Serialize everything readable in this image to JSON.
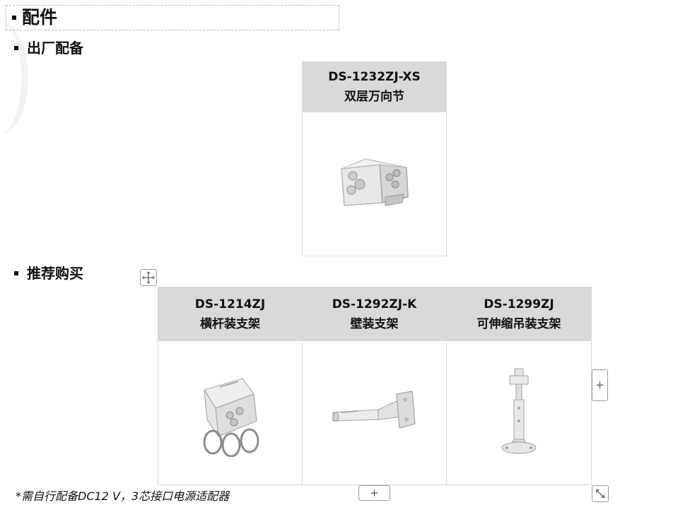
{
  "page": {
    "title": "配件"
  },
  "sections": {
    "factory": {
      "heading": "出厂配备",
      "products": [
        {
          "model": "DS-1232ZJ-XS",
          "name": "双层万向节",
          "image_icon": "universal-joint-bracket-icon"
        }
      ]
    },
    "recommended": {
      "heading": "推荐购买",
      "products": [
        {
          "model": "DS-1214ZJ",
          "name": "横杆装支架",
          "image_icon": "pole-mount-bracket-icon"
        },
        {
          "model": "DS-1292ZJ-K",
          "name": "壁装支架",
          "image_icon": "wall-mount-bracket-icon"
        },
        {
          "model": "DS-1299ZJ",
          "name": "可伸缩吊装支架",
          "image_icon": "telescopic-pendant-bracket-icon"
        }
      ]
    }
  },
  "controls": {
    "add_column_label": "+",
    "add_row_label": "+",
    "move_icon": "move-handle-icon",
    "resize_icon": "resize-handle-icon"
  },
  "footnote": "*需自行配备DC12 V，3芯接口电源适配器"
}
